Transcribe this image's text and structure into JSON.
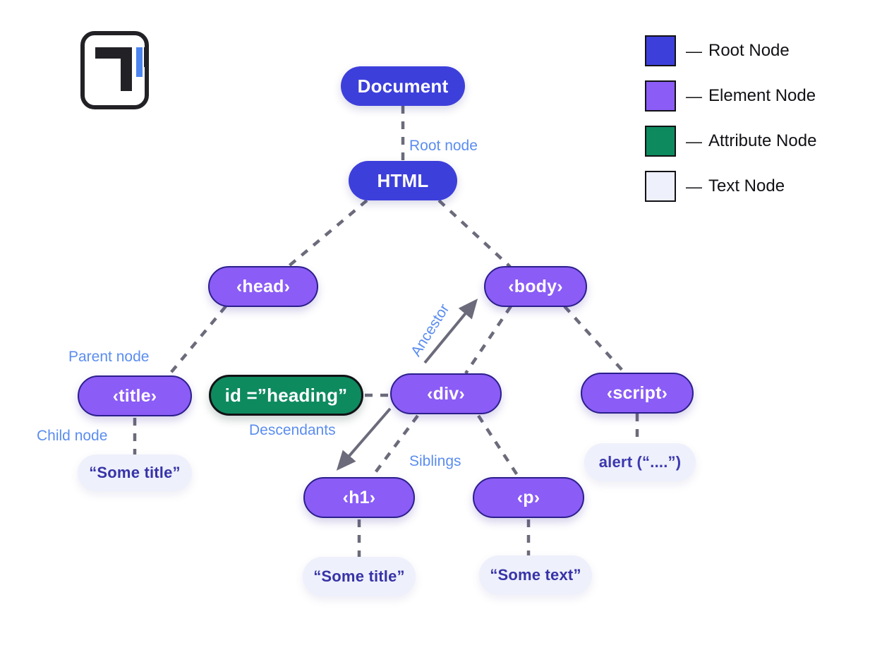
{
  "logo": {
    "name": "brand-logo"
  },
  "legend": {
    "items": [
      {
        "label": "— Root Node",
        "text": "Root Node",
        "color": "#3d3fdb"
      },
      {
        "label": "— Element Node",
        "text": "Element Node",
        "color": "#8b5cf6"
      },
      {
        "label": "— Attribute Node",
        "text": "Attribute Node",
        "color": "#0e8a5f"
      },
      {
        "label": "— Text Node",
        "text": "Text Node",
        "color": "#eef0fb"
      }
    ],
    "dash": "—"
  },
  "nodes": {
    "document": "Document",
    "html": "HTML",
    "head": "‹head›",
    "body": "‹body›",
    "title": "‹title›",
    "attr_id": "id =”heading”",
    "div": "‹div›",
    "script": "‹script›",
    "h1": "‹h1›",
    "p": "‹p›",
    "text_title": "“Some title”",
    "text_h1": "“Some title”",
    "text_p": "“Some text”",
    "text_alert": "alert (“....”)"
  },
  "relations": {
    "root_node": "Root node",
    "parent_node": "Parent node",
    "child_node": "Child node",
    "descendants": "Descendants",
    "ancestor": "Ancestor",
    "siblings": "Siblings"
  },
  "colors": {
    "root": "#3d3fdb",
    "element": "#8b5cf6",
    "attribute": "#0e8a5f",
    "text_node": "#eef0fb",
    "label_blue": "#5b8def",
    "edge": "#6b6b7b",
    "logo_accent": "#4d85f0",
    "ink": "#121216"
  }
}
